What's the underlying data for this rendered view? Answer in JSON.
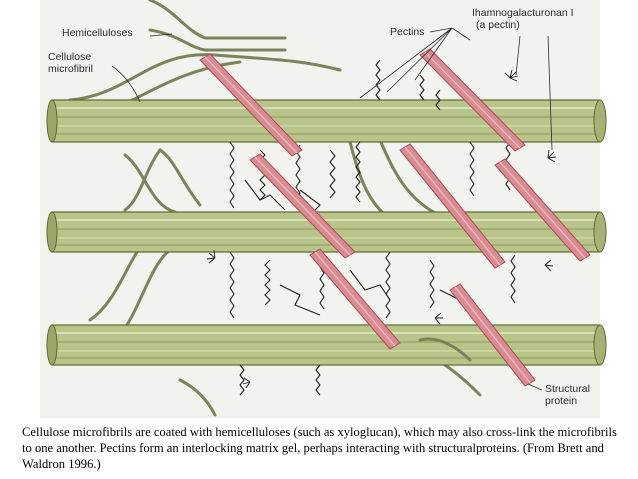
{
  "labels": {
    "hemicelluloses": "Hemicelluloses",
    "cellulose_line1": "Cellulose",
    "cellulose_line2": "microfibril",
    "pectins": "Pectins",
    "rhamno_line1": "Ihamnogalacturonan I",
    "rhamno_line2": "(a pectin)",
    "structural_line1": "Structural",
    "structural_line2": "protein"
  },
  "caption": "Cellulose microfibrils are coated with hemicelluloses (such as xyloglucan), which may also cross-link the microfibrils to one another. Pectins form an interlocking matrix gel, perhaps interacting with structuralproteins. (From Brett and Waldron 1996.)",
  "colors": {
    "microfibril": "#b9c48a",
    "microfibril_dark": "#5f6a33",
    "hemicellulose": "#7a845a",
    "pectin": "#1e1e1e",
    "protein": "#d98b92",
    "protein_dark": "#a84a56",
    "background": "#f2f2ef"
  }
}
